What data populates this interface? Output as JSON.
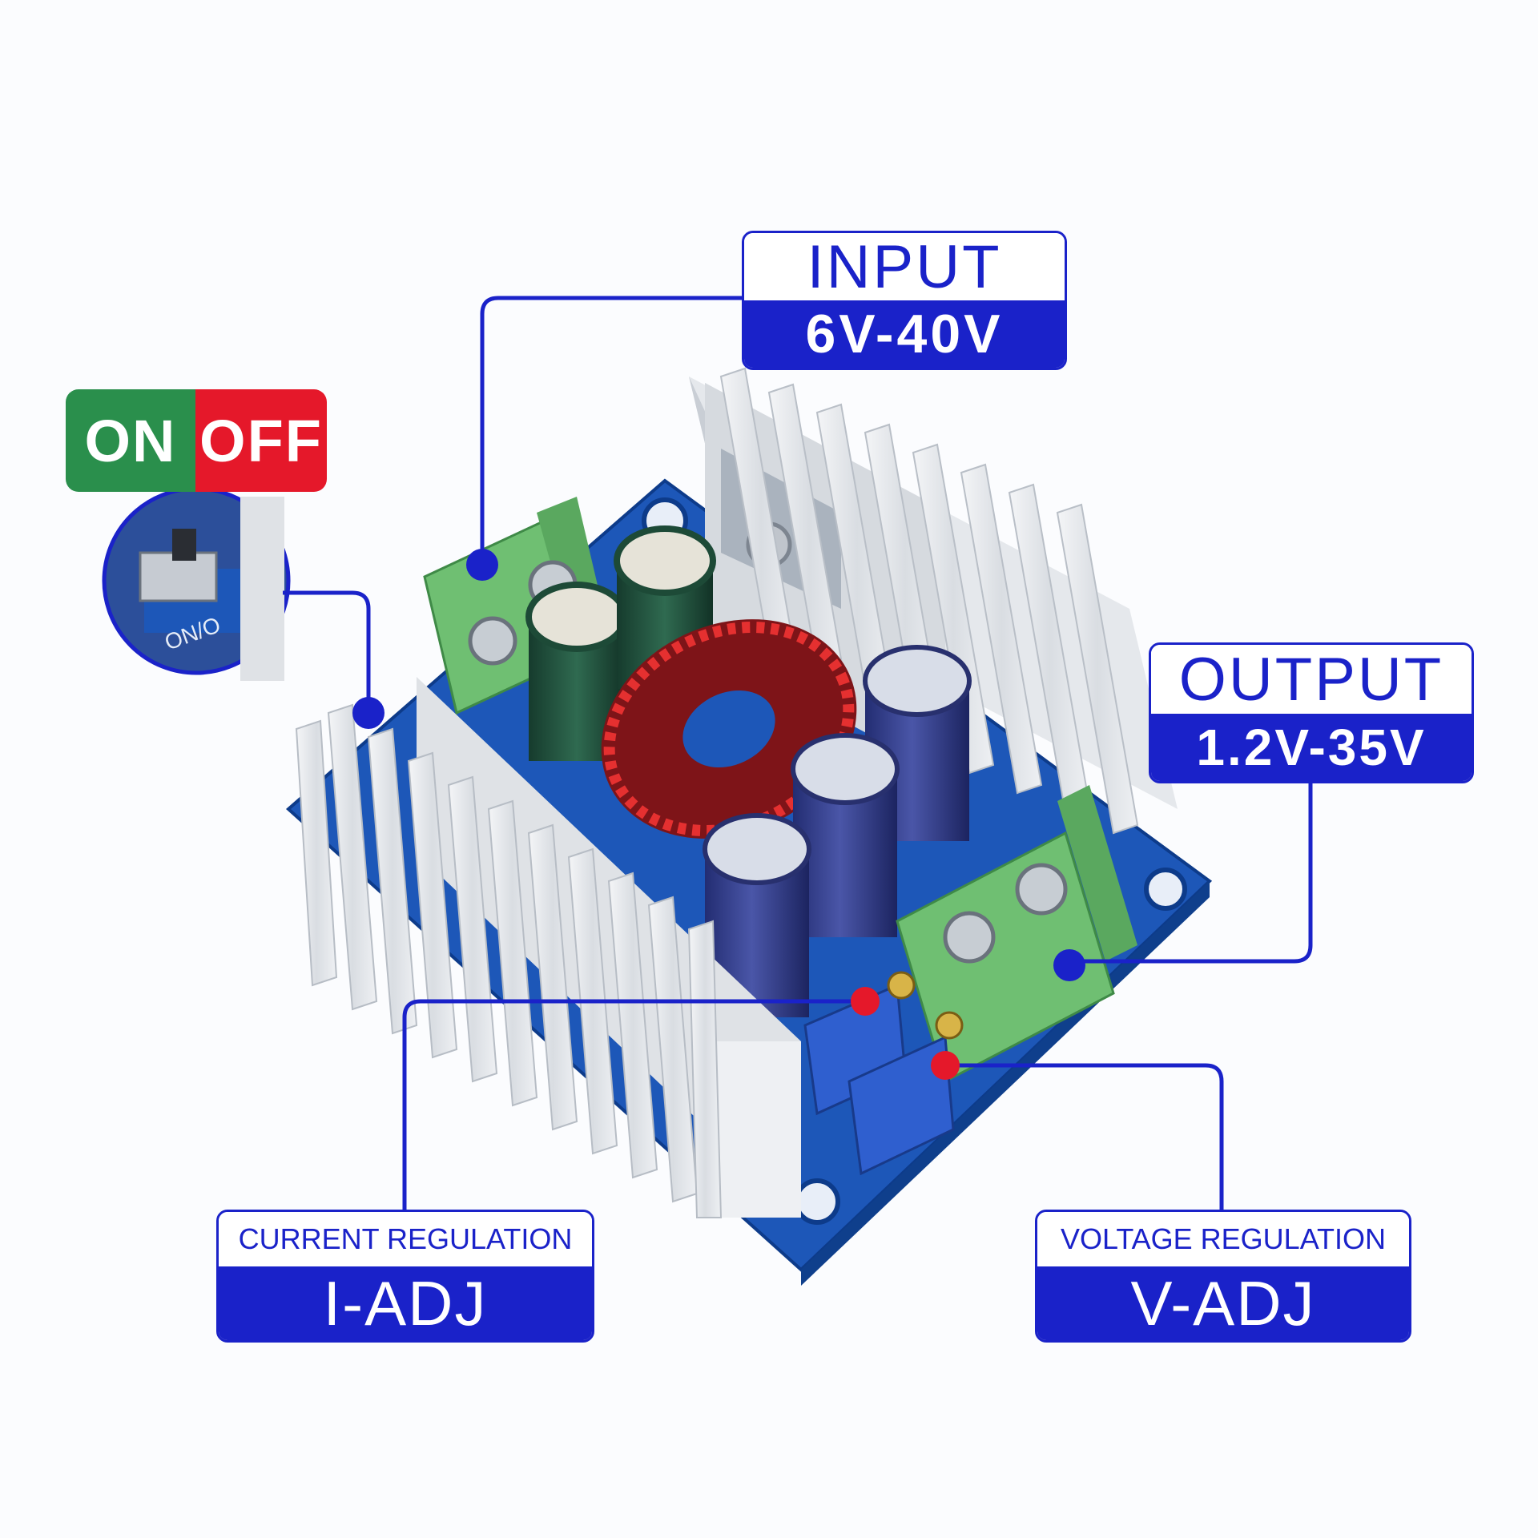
{
  "input": {
    "title": "INPUT",
    "range": "6V-40V"
  },
  "output": {
    "title": "OUTPUT",
    "range": "1.2V-35V"
  },
  "switch": {
    "on": "ON",
    "off": "OFF",
    "board_label": "ON/O"
  },
  "current_regulation": {
    "title": "CURRENT REGULATION",
    "label": "I-ADJ"
  },
  "voltage_regulation": {
    "title": "VOLTAGE REGULATION",
    "label": "V-ADJ"
  },
  "colors": {
    "accent": "#1a22c9",
    "on": "#2a8f4c",
    "off": "#e5182a",
    "pcb": "#1d57b8",
    "terminal": "#6fbf72",
    "coil": "#d4202a"
  }
}
